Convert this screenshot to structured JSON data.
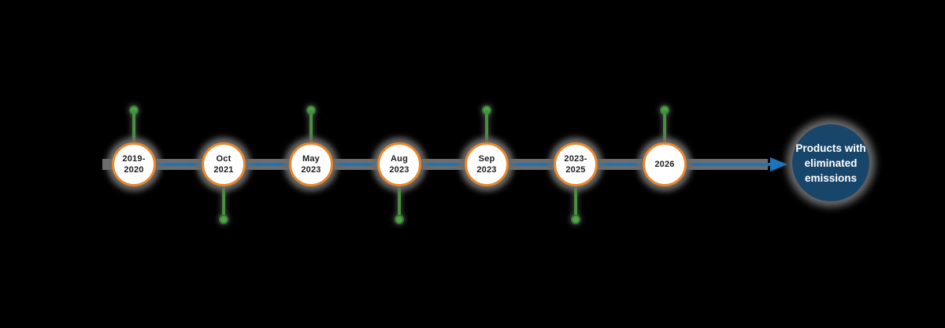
{
  "colors": {
    "background": "#000000",
    "timeline_blue": "#1b75bc",
    "circle_ring_orange": "#e9862a",
    "circle_fill": "#ffffff",
    "label_text": "#1f1f1f",
    "pin_green": "#46903f",
    "pin_head_green": "#52a344",
    "shadow_gray": "#6d6d6d",
    "end_node_blue": "#18466b",
    "end_node_text": "#ffffff"
  },
  "timeline": {
    "milestones": [
      {
        "line1": "2019-",
        "line2": "2020",
        "pin": "up"
      },
      {
        "line1": "Oct",
        "line2": "2021",
        "pin": "down"
      },
      {
        "line1": "May",
        "line2": "2023",
        "pin": "up"
      },
      {
        "line1": "Aug",
        "line2": "2023",
        "pin": "down"
      },
      {
        "line1": "Sep",
        "line2": "2023",
        "pin": "up"
      },
      {
        "line1": "2023-",
        "line2": "2025",
        "pin": "down"
      },
      {
        "line1": "2026",
        "line2": "",
        "pin": "up"
      }
    ],
    "end_node": {
      "lines": [
        "Products with",
        "eliminated",
        "emissions"
      ]
    }
  }
}
